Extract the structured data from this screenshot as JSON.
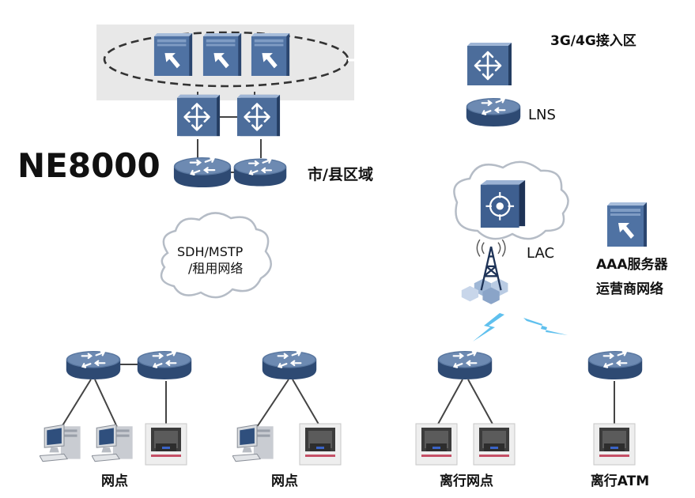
{
  "title": "NE8000",
  "labels": {
    "city_county_area": "市/县区域",
    "mobile_access_area": "3G/4G接入区",
    "lns": "LNS",
    "lac": "LAC",
    "aaa_server": "AAA服务器",
    "carrier_network": "运营商网络",
    "transport_network_line1": "SDH/MSTP",
    "transport_network_line2": "/租用网络"
  },
  "sites": [
    {
      "label": "网点"
    },
    {
      "label": "网点"
    },
    {
      "label": "离行网点"
    },
    {
      "label": "离行ATM"
    }
  ],
  "colors": {
    "device_body": "#3f5f8c",
    "device_top": "#8aa4c8",
    "device_dark": "#1f3558",
    "core_area_bg": "#e8e8e8",
    "cloud_fill": "#ffffff",
    "cloud_stroke": "#b5bcc6",
    "wireless": "#5fc0ee",
    "link_line": "#444444"
  },
  "icons": {
    "server": "server-icon",
    "l3_switch": "switch-icon",
    "router": "router-icon",
    "firewall": "firewall-icon",
    "pc": "pc-icon",
    "atm": "atm-icon",
    "cell_tower": "cell-tower-icon",
    "cloud": "cloud-icon",
    "wireless_link": "wireless-link-icon"
  }
}
